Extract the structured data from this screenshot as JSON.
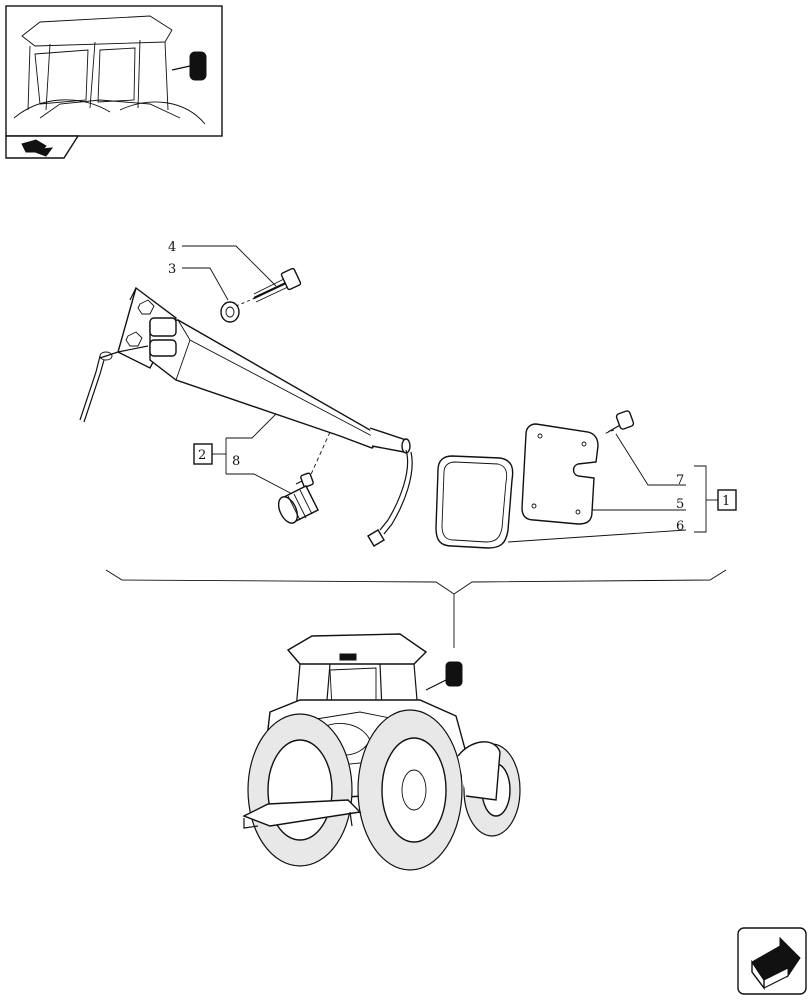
{
  "callouts": {
    "c1": "1",
    "c2": "2",
    "c3": "3",
    "c4": "4",
    "c5": "5",
    "c6": "6",
    "c7": "7",
    "c8": "8"
  },
  "icons": {
    "thumbnail": "tractor-cab-mirror-thumbnail",
    "small_badge": "folder-arrow-icon",
    "nav": "next-page-arrow-icon"
  }
}
